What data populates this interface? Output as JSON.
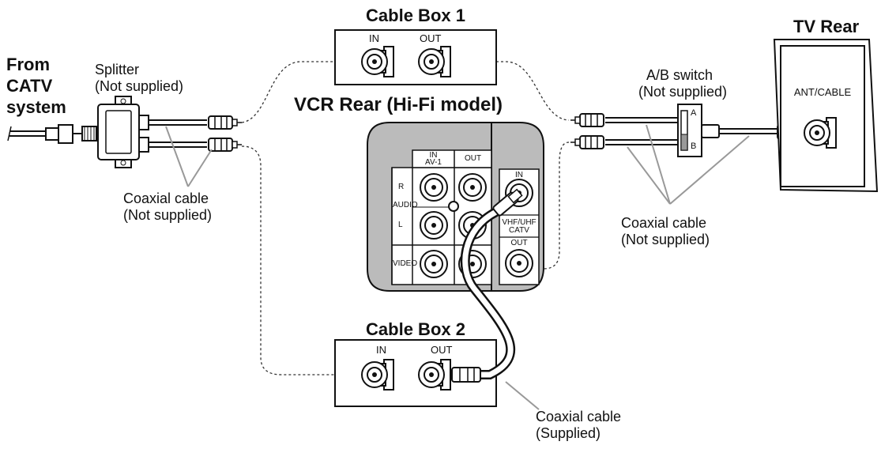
{
  "source": {
    "line1": "From",
    "line2": "CATV",
    "line3": "system"
  },
  "splitter": {
    "line1": "Splitter",
    "line2": "(Not supplied)"
  },
  "cable_box_1": {
    "title": "Cable Box 1",
    "in_label": "IN",
    "out_label": "OUT"
  },
  "cable_box_2": {
    "title": "Cable Box 2",
    "in_label": "IN",
    "out_label": "OUT"
  },
  "vcr": {
    "title": "VCR Rear (Hi-Fi model)",
    "in_av1_line1": "IN",
    "in_av1_line2": "AV-1",
    "out_label": "OUT",
    "r_label": "R",
    "audio_label": "AUDIO",
    "l_label": "L",
    "video_label": "VIDEO",
    "ant_in_label": "IN",
    "vhf_line1": "VHF/UHF",
    "vhf_line2": "CATV",
    "ant_out_label": "OUT"
  },
  "ab_switch": {
    "line1": "A/B switch",
    "line2": "(Not supplied)",
    "a_label": "A",
    "b_label": "B"
  },
  "tv": {
    "title": "TV Rear",
    "ant_label": "ANT/CABLE"
  },
  "coax_left": {
    "line1": "Coaxial cable",
    "line2": "(Not supplied)"
  },
  "coax_right": {
    "line1": "Coaxial cable",
    "line2": "(Not supplied)"
  },
  "coax_supplied": {
    "line1": "Coaxial cable",
    "line2": "(Supplied)"
  }
}
